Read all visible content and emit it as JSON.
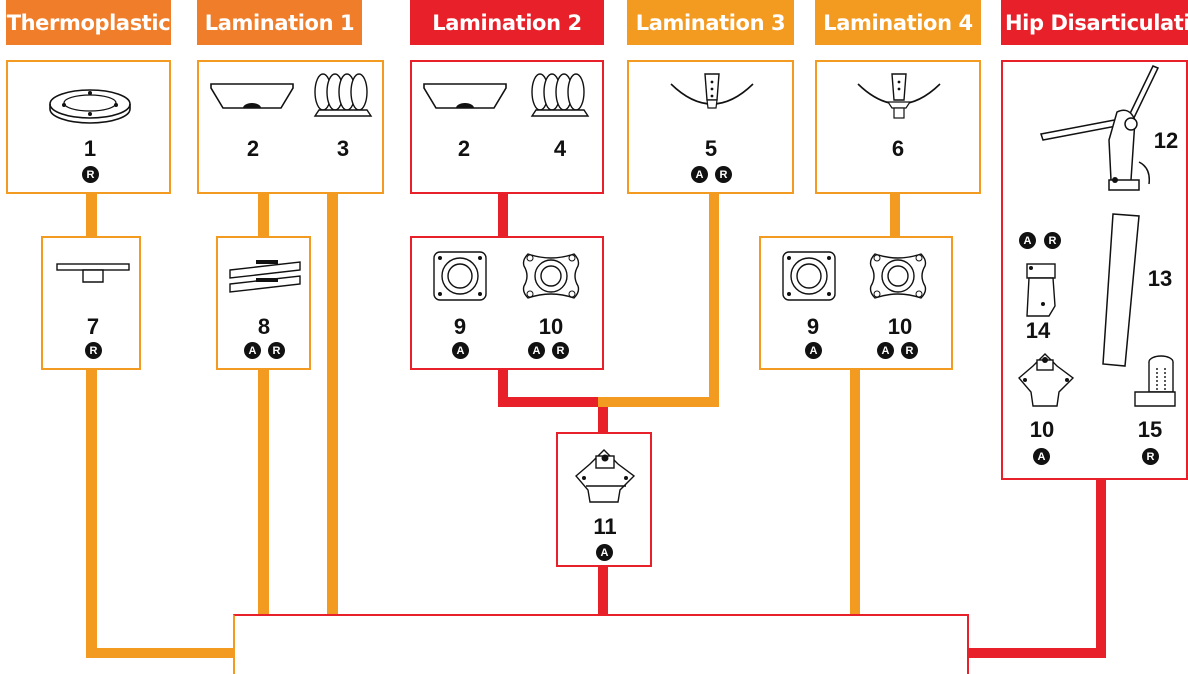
{
  "headers": {
    "thermoplastic": "Thermoplastic",
    "lamination1": "Lamination 1",
    "lamination2": "Lamination 2",
    "lamination3": "Lamination 3",
    "lamination4": "Lamination 4",
    "hip": "Hip Disarticulation"
  },
  "parts": {
    "p1": "1",
    "p2a": "2",
    "p3": "3",
    "p2b": "2",
    "p4": "4",
    "p5": "5",
    "p6": "6",
    "p7": "7",
    "p8": "8",
    "p9a": "9",
    "p10a": "10",
    "p9b": "9",
    "p10b": "10",
    "p11": "11",
    "p12": "12",
    "p13": "13",
    "p14": "14",
    "p10c": "10",
    "p15": "15"
  },
  "badges": {
    "A": "A",
    "R": "R"
  },
  "colors": {
    "orange": "#f39a21",
    "orange_dark": "#ef7d2a",
    "red": "#e8202a",
    "line_dark": "#111111"
  }
}
